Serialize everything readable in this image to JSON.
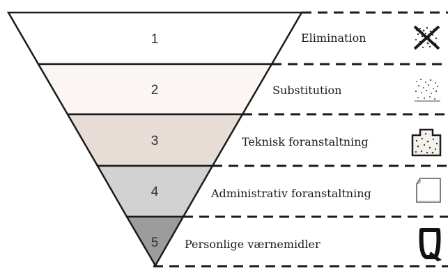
{
  "diagram": {
    "levels": [
      {
        "number": "1",
        "label": "Elimination",
        "fill": "#ffffff",
        "icon": "crossed-out-particles-icon"
      },
      {
        "number": "2",
        "label": "Substitution",
        "fill": "#fbf6f4",
        "icon": "dotted-substance-icon"
      },
      {
        "number": "3",
        "label": "Teknisk foranstaltning",
        "fill": "#e8dcd6",
        "icon": "enclosure-box-icon"
      },
      {
        "number": "4",
        "label": "Administrativ foranstaltning",
        "fill": "#d2d2d2",
        "icon": "document-sheet-icon"
      },
      {
        "number": "5",
        "label": "Personlige værnemidler",
        "fill": "#9c9c9c",
        "icon": "protective-mask-icon"
      }
    ]
  }
}
